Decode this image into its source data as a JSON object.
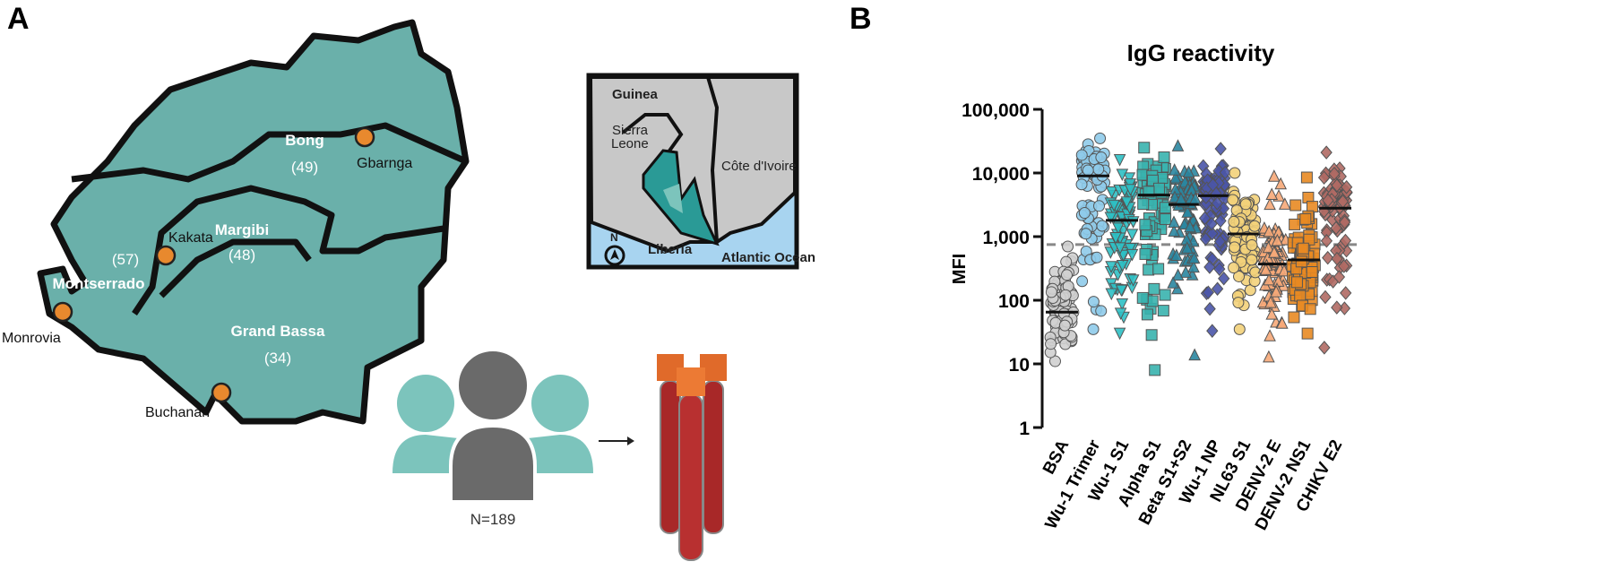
{
  "panels": {
    "a": "A",
    "b": "B"
  },
  "map": {
    "counties": [
      {
        "name": "Bong",
        "count": "(49)"
      },
      {
        "name": "Margibi",
        "count": "(48)"
      },
      {
        "name": "Montserrado",
        "count": "(57)"
      },
      {
        "name": "Grand Bassa",
        "count": "(34)"
      }
    ],
    "cities": [
      "Gbarnga",
      "Kakata",
      "Monrovia",
      "Buchanan"
    ],
    "inset": {
      "labels": [
        "Guinea",
        "Sierra",
        "Leone",
        "Côte d'Ivoire",
        "Liberia",
        "Atlantic Ocean"
      ],
      "north": "N"
    },
    "cohort": "N=189",
    "colors": {
      "land": "#6ab0aa",
      "city": "#e8892e",
      "ocean": "#a8d4f0",
      "other": "#c8c8c8"
    }
  },
  "chart_data": {
    "type": "scatter",
    "title": "IgG reactivity",
    "ylabel": "MFI",
    "xlabel": "",
    "yscale": "log",
    "ylim": [
      1,
      100000
    ],
    "yticks": [
      "1",
      "10",
      "100",
      "1,000",
      "10,000",
      "100,000"
    ],
    "cutoff": 750,
    "n_per_group": 189,
    "categories": [
      "BSA",
      "Wu-1 Trimer",
      "Wu-1 S1",
      "Alpha S1",
      "Beta S1+S2",
      "Wu-1 NP",
      "NL63 S1",
      "DENV-2 E",
      "DENV-2 NS1",
      "CHIKV E2"
    ],
    "series": [
      {
        "name": "BSA",
        "median": 65,
        "min": 11,
        "max": 700,
        "marker": "hexagon",
        "color": "#d0d0d0"
      },
      {
        "name": "Wu-1 Trimer",
        "median": 9000,
        "min": 35,
        "max": 35000,
        "marker": "circle",
        "color": "#8fcbea"
      },
      {
        "name": "Wu-1 S1",
        "median": 1800,
        "min": 30,
        "max": 16000,
        "marker": "triangle-down",
        "color": "#2ec0c4"
      },
      {
        "name": "Alpha S1",
        "median": 4500,
        "min": 8,
        "max": 25000,
        "marker": "square",
        "color": "#38b2ae"
      },
      {
        "name": "Beta S1+S2",
        "median": 3200,
        "min": 14,
        "max": 27000,
        "marker": "triangle-up",
        "color": "#2a86a0"
      },
      {
        "name": "Wu-1 NP",
        "median": 4400,
        "min": 33,
        "max": 24000,
        "marker": "diamond",
        "color": "#4a55a8"
      },
      {
        "name": "NL63 S1",
        "median": 1100,
        "min": 35,
        "max": 10000,
        "marker": "circle",
        "color": "#f3d27a"
      },
      {
        "name": "DENV-2 E",
        "median": 370,
        "min": 13,
        "max": 9000,
        "marker": "triangle-up",
        "color": "#f6a878"
      },
      {
        "name": "DENV-2 NS1",
        "median": 430,
        "min": 30,
        "max": 8500,
        "marker": "square",
        "color": "#e88a22"
      },
      {
        "name": "CHIKV E2",
        "median": 2800,
        "min": 18,
        "max": 21000,
        "marker": "diamond",
        "color": "#b06a64"
      }
    ]
  }
}
